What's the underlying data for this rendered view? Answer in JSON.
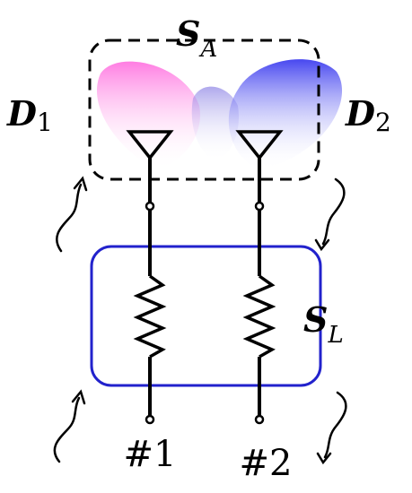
{
  "labels": {
    "sa_main": "S",
    "sa_sub": "A",
    "sl_main": "S",
    "sl_sub": "L",
    "d1_main": "D",
    "d1_sub": "1",
    "d2_main": "D",
    "d2_sub": "2",
    "port1": "#1",
    "port2": "#2"
  },
  "colors": {
    "stroke": "#000000",
    "load_box": "#2222cc",
    "lobe_left": "#ff66dd",
    "lobe_right": "#3333ee",
    "background": "#ffffff"
  }
}
